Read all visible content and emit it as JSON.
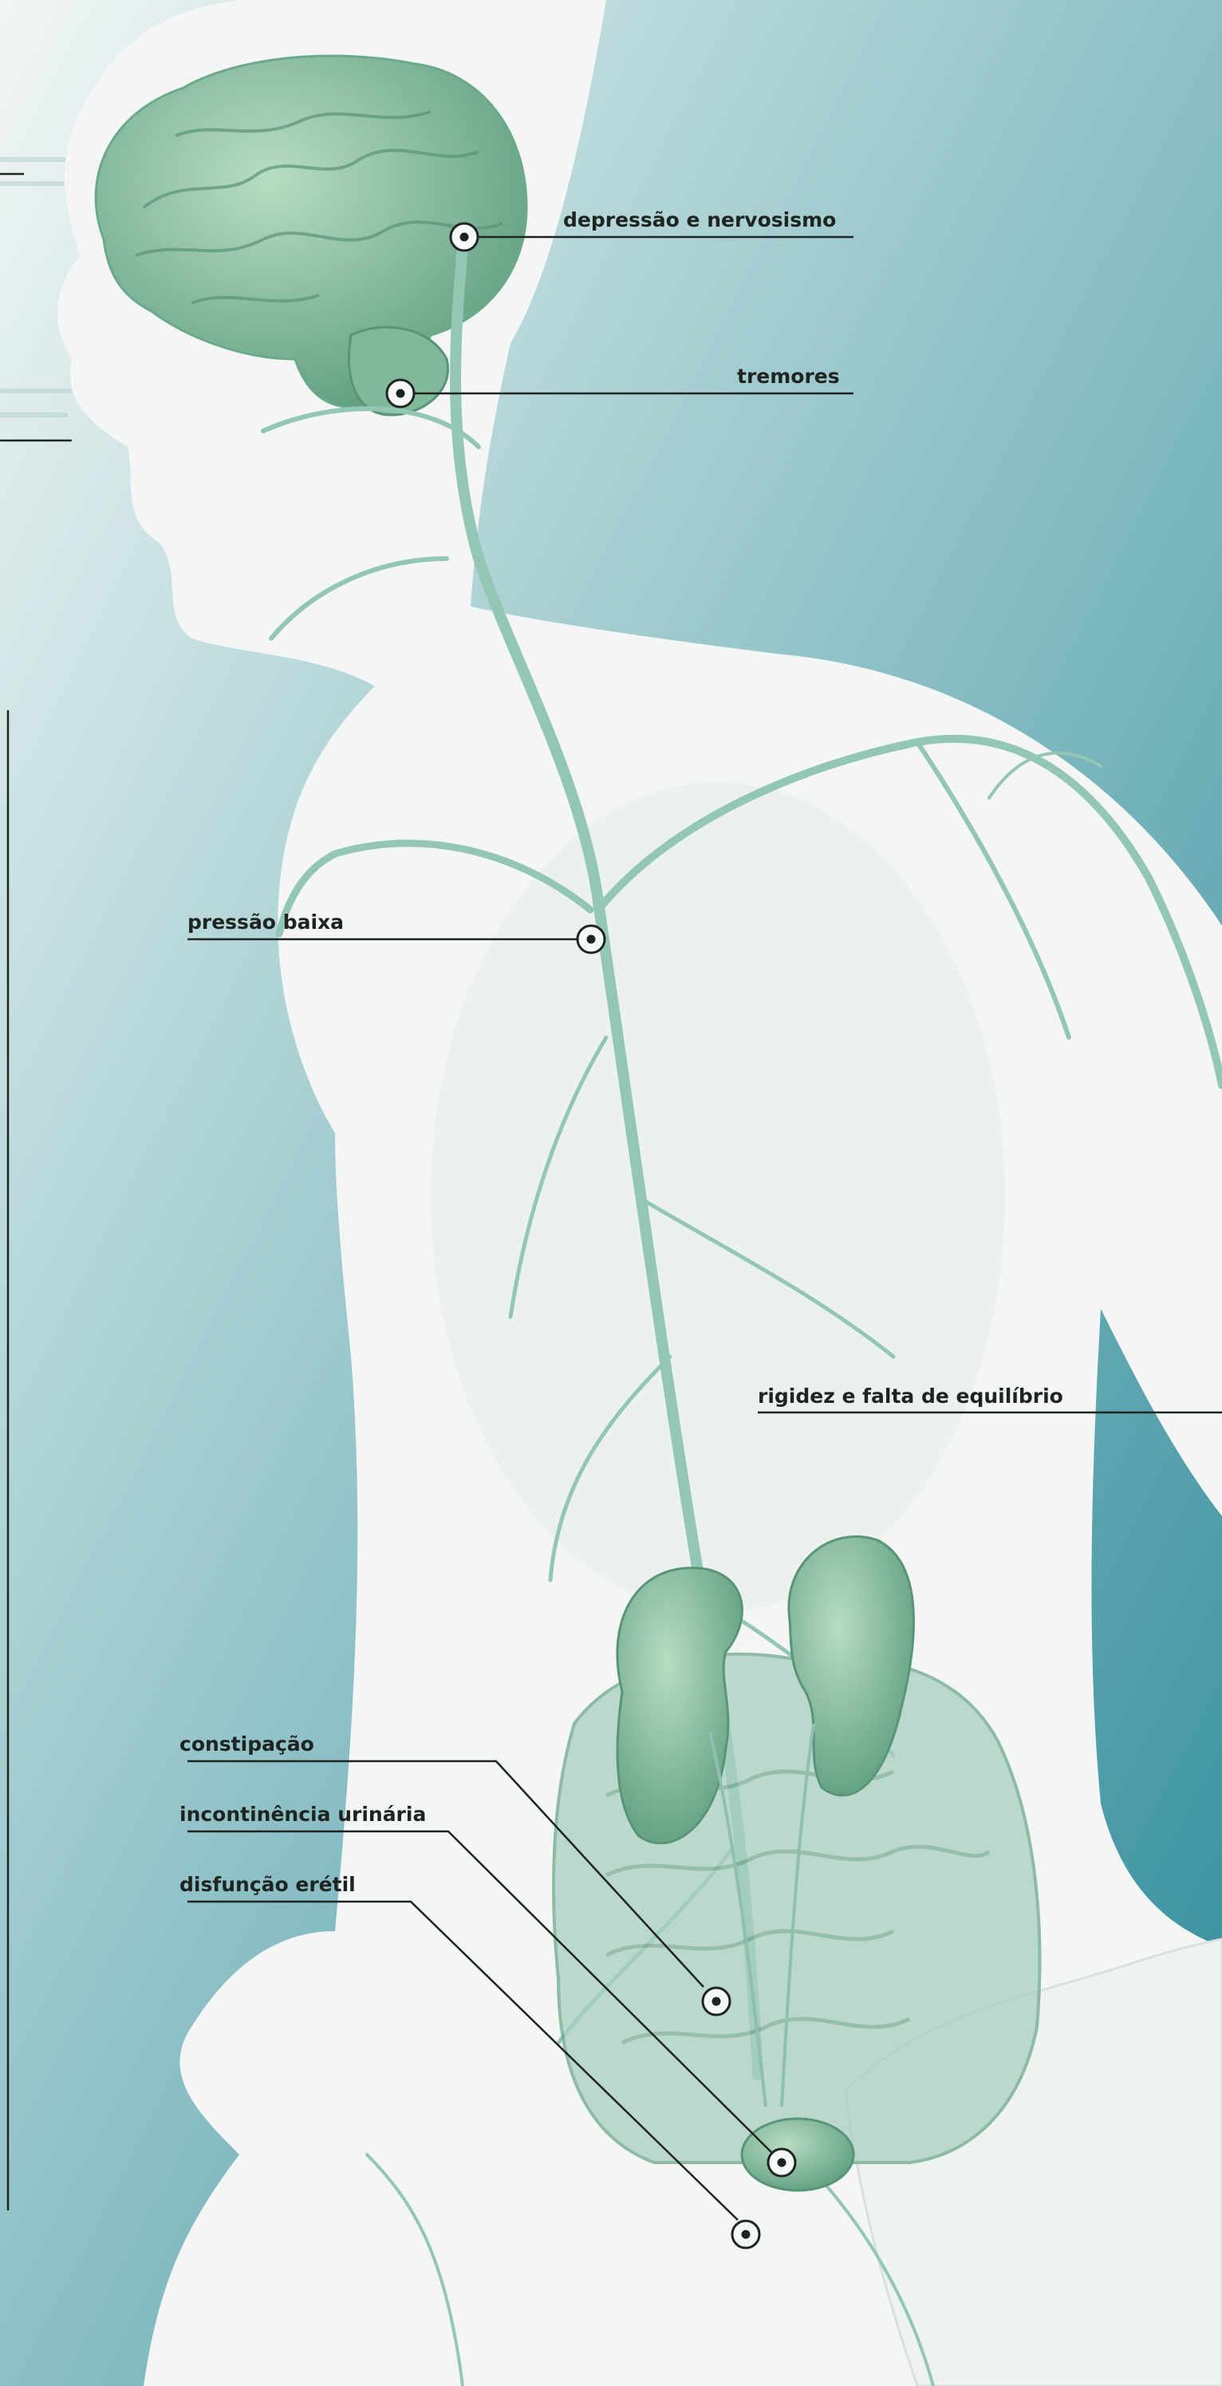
{
  "labels": {
    "depressao": "depressão e nervosismo",
    "tremores": "tremores",
    "pressao": "pressão baixa",
    "rigidez": "rigidez e falta de equilíbrio",
    "constipacao": "constipação",
    "incontinencia": "incontinência urinária",
    "disfuncao": "disfunção erétil"
  },
  "colors": {
    "background_top": "#f2f6f5",
    "background_bottom": "#2d8a9a",
    "body": "#f3f6f4",
    "organ": "#7fb89a",
    "nerve": "#93c7b3",
    "leader": "#1e2420"
  },
  "icons": [
    "brain-icon",
    "kidney-icon",
    "intestine-icon",
    "bladder-icon",
    "nerve-network-icon",
    "callout-marker-icon"
  ]
}
